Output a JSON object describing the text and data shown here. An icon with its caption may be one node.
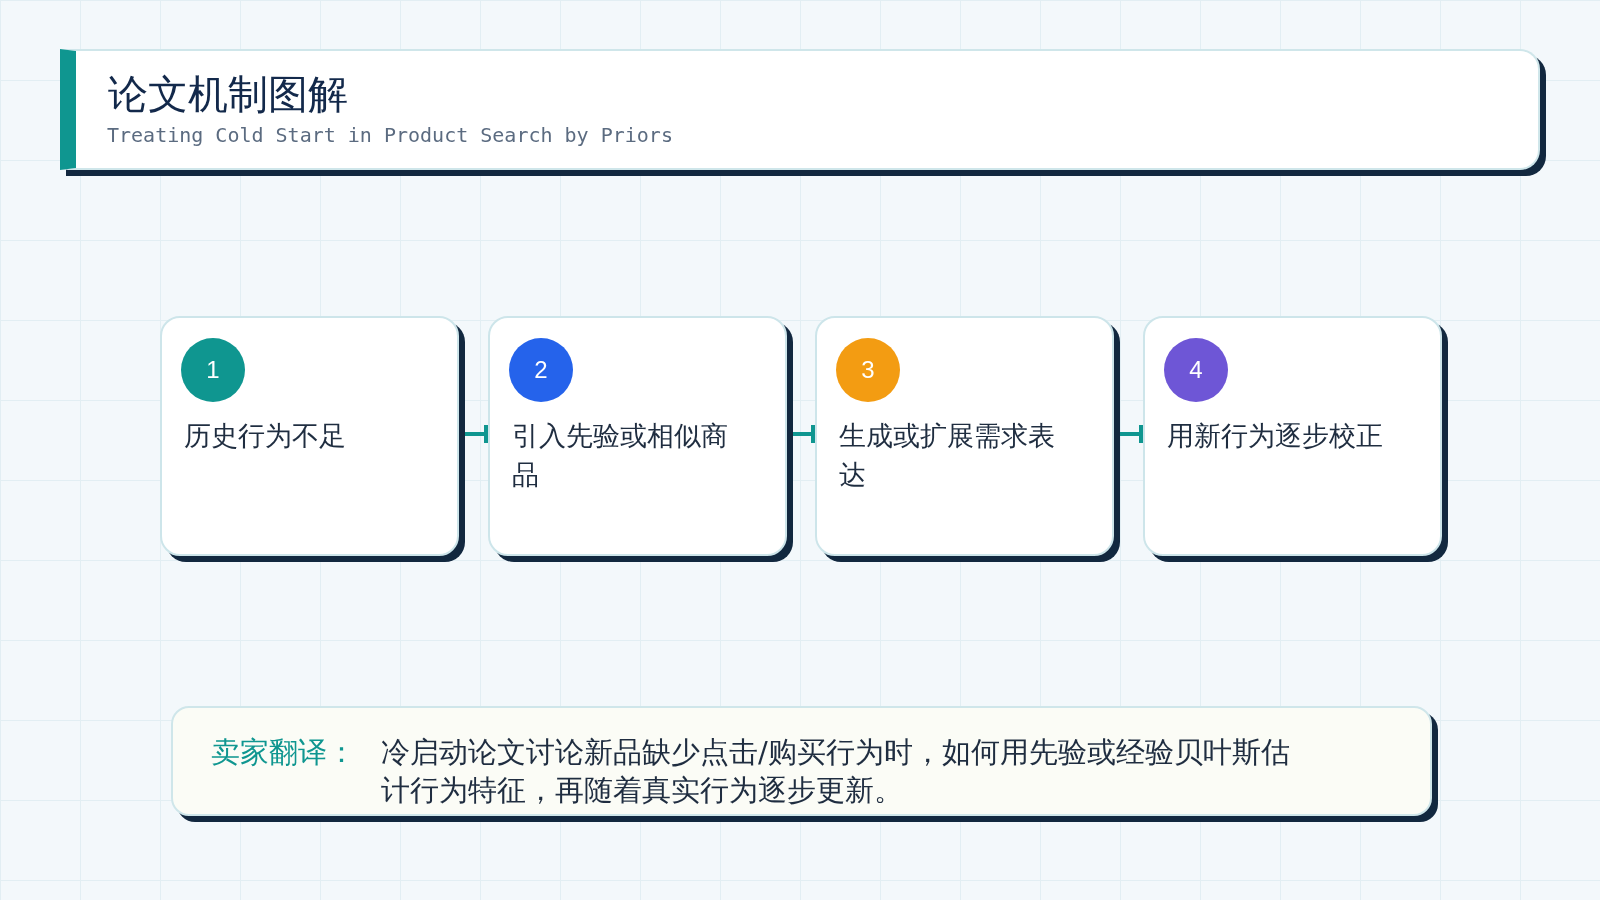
{
  "diagram": {
    "title": "论文机制图解",
    "nodes": [
      {
        "text": [
          "历史行为不足"
        ]
      },
      {
        "text": [
          "1"
        ],
        "in": 0
      },
      {
        "text": [
          "引入先验或相似商品"
        ]
      },
      {
        "text": [
          "2"
        ],
        "in": 2
      },
      {
        "text": [
          "生成或扩展需求表达"
        ]
      },
      {
        "text": [
          "3"
        ],
        "in": 4
      },
      {
        "text": [
          "用新行为逐步校正"
        ]
      },
      {
        "text": [
          "4"
        ],
        "in": 6
      },
      {
        "text": [
          "卖家翻译：",
          "冷启动论文讨论新品缺少点击/购买行为时，如何用先验或经验贝叶斯估计行为特征，再随着真实行为逐步更新。"
        ]
      }
    ],
    "edges": [
      {
        "from": 0,
        "to": 2,
        "arrow": "other"
      },
      {
        "from": 2,
        "to": 4,
        "arrow": "other"
      },
      {
        "from": 4,
        "to": 6,
        "arrow": "other"
      }
    ],
    "labels": [
      "Treating Cold Start in Product Search by Priors"
    ]
  }
}
